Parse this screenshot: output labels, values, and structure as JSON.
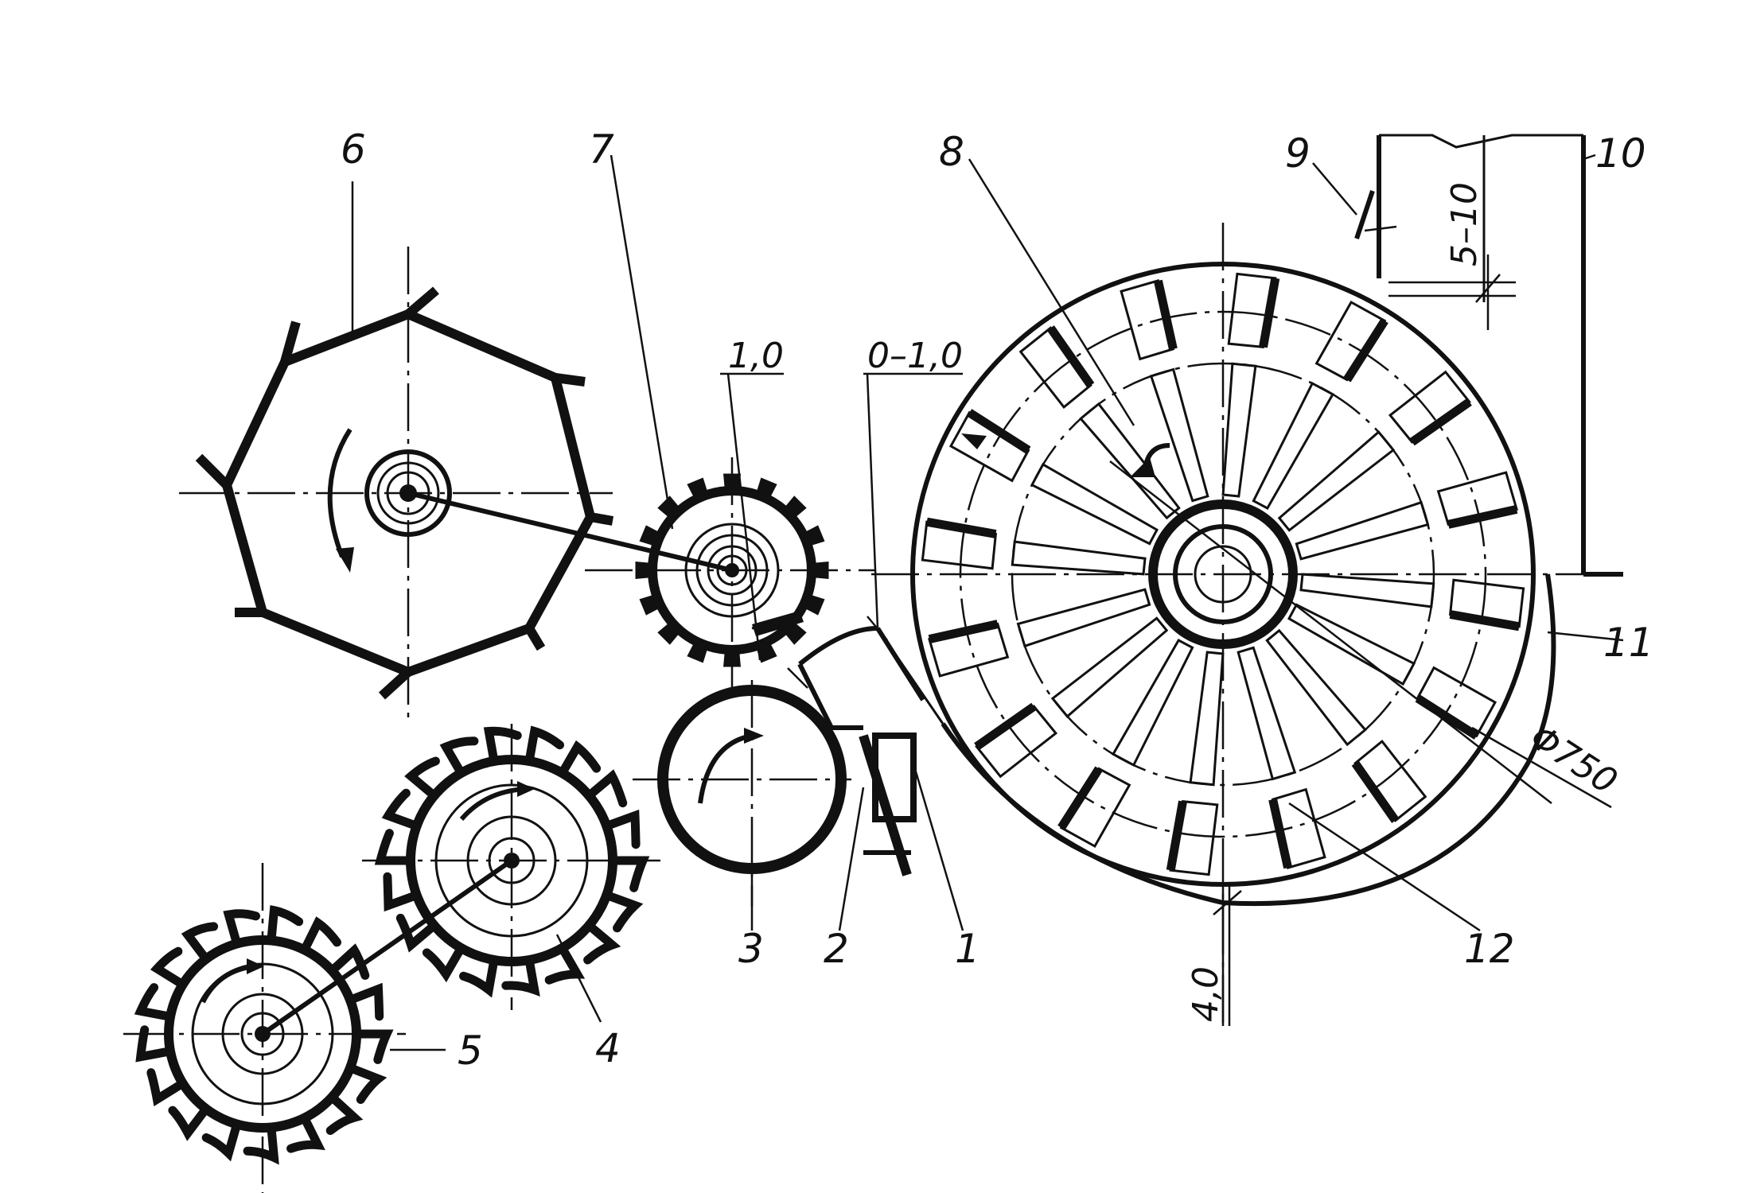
{
  "callouts": [
    "1",
    "2",
    "3",
    "4",
    "5",
    "6",
    "7",
    "8",
    "9",
    "10",
    "11",
    "12"
  ],
  "dimensions": {
    "gap_7": "1,0",
    "gap_8": "0–1,0",
    "gap_9": "5–10",
    "gap_bottom": "4,0",
    "diameter": "Φ750"
  }
}
